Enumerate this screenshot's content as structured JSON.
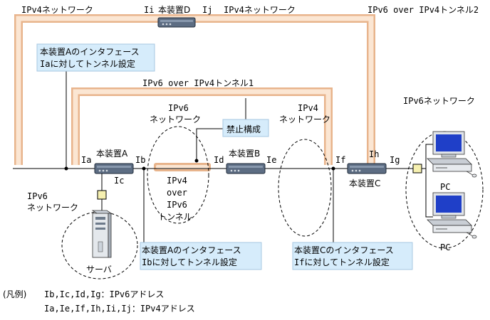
{
  "labels": {
    "ipv4_net_top_left": "IPv4ネットワーク",
    "ii": "Ii",
    "device_d": "本装置D",
    "ij": "Ij",
    "ipv4_net_top_right": "IPv4ネットワーク",
    "tunnel2": "IPv6 over IPv4トンネル2",
    "tunnel1": "IPv6 over IPv4トンネル1",
    "ipv6_net_mid_line1": "IPv6",
    "ipv6_net_mid_line2": "ネットワーク",
    "ipv4_net_mid_line1": "IPv4",
    "ipv4_net_mid_line2": "ネットワーク",
    "ipv6_net_right": "IPv6ネットワーク",
    "forbidden": "禁止構成",
    "ia": "Ia",
    "device_a": "本装置A",
    "ib": "Ib",
    "ic": "Ic",
    "id": "Id",
    "device_b": "本装置B",
    "ie": "Ie",
    "if": "If",
    "ih": "Ih",
    "ig": "Ig",
    "device_c": "本装置C",
    "ipv6_net_left_line1": "IPv6",
    "ipv6_net_left_line2": "ネットワーク",
    "server": "サーバ",
    "pc1": "PC",
    "pc2": "PC",
    "inner_tunnel_l1": "IPv4",
    "inner_tunnel_l2": "over",
    "inner_tunnel_l3": "IPv6",
    "inner_tunnel_l4": "トンネル"
  },
  "notes": {
    "note_a_ia_line1": "本装置Aのインタフェース",
    "note_a_ia_line2": "Iaに対してトンネル設定",
    "note_a_ib_line1": "本装置Aのインタフェース",
    "note_a_ib_line2": "Ibに対してトンネル設定",
    "note_c_if_line1": "本装置Cのインタフェース",
    "note_c_if_line2": "Ifに対してトンネル設定"
  },
  "legend": {
    "title": "(凡例)",
    "line1": "Ib,Ic,Id,Ig：IPv6アドレス",
    "line2": "Ia,Ie,If,Ih,Ii,Ij：IPv4アドレス"
  },
  "colors": {
    "tunnel_outer": "#e8b48c",
    "tunnel_inner": "#fbe6d3",
    "note_fill": "#d6ecfb",
    "router": "#5d6d83"
  }
}
